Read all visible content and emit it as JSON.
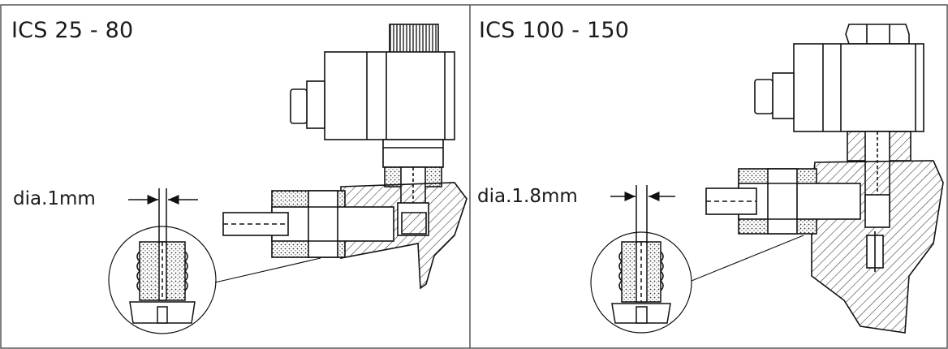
{
  "panels": [
    {
      "title": "ICS 25 - 80",
      "dimension": "dia.1mm"
    },
    {
      "title": "ICS 100 - 150",
      "dimension": "dia.1.8mm"
    }
  ]
}
